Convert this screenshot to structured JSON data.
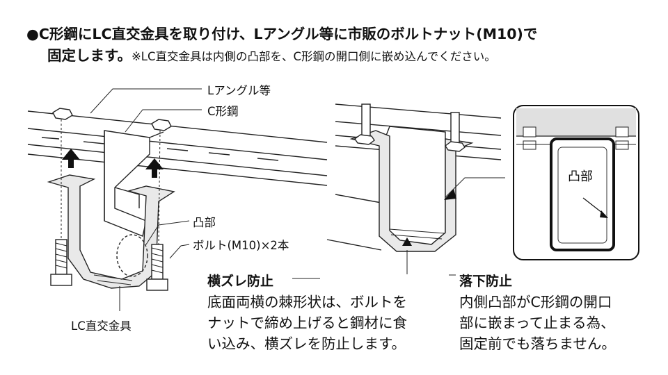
{
  "heading": {
    "line1": "●C形鋼にLC直交金具を取り付け、Lアングル等に市販のボルトナット(M10)で",
    "line2": "固定します。",
    "note": "※LC直交金具は内側の凸部を、C形鋼の開口側に嵌め込んでください。"
  },
  "labels": {
    "l_angle": "Lアングル等",
    "c_steel": "C形鋼",
    "protrusion": "凸部",
    "bolt": "ボルト(M10)×2本",
    "bracket": "LC直交金具",
    "inset_protrusion": "凸部"
  },
  "sections": {
    "lateral": {
      "title": "横ズレ防止",
      "lines": [
        "底面両横の棘形状は、ボルトを",
        "ナットで締め上げると鋼材に食",
        "い込み、横ズレを防止します。"
      ]
    },
    "fall": {
      "title": "落下防止",
      "lines": [
        "内側凸部がC形鋼の開口",
        "部に嵌まって止まる為、",
        "固定前でも落ちません。"
      ]
    }
  },
  "icons": [
    "arrow-up-icon",
    "arrow-right-icon"
  ]
}
